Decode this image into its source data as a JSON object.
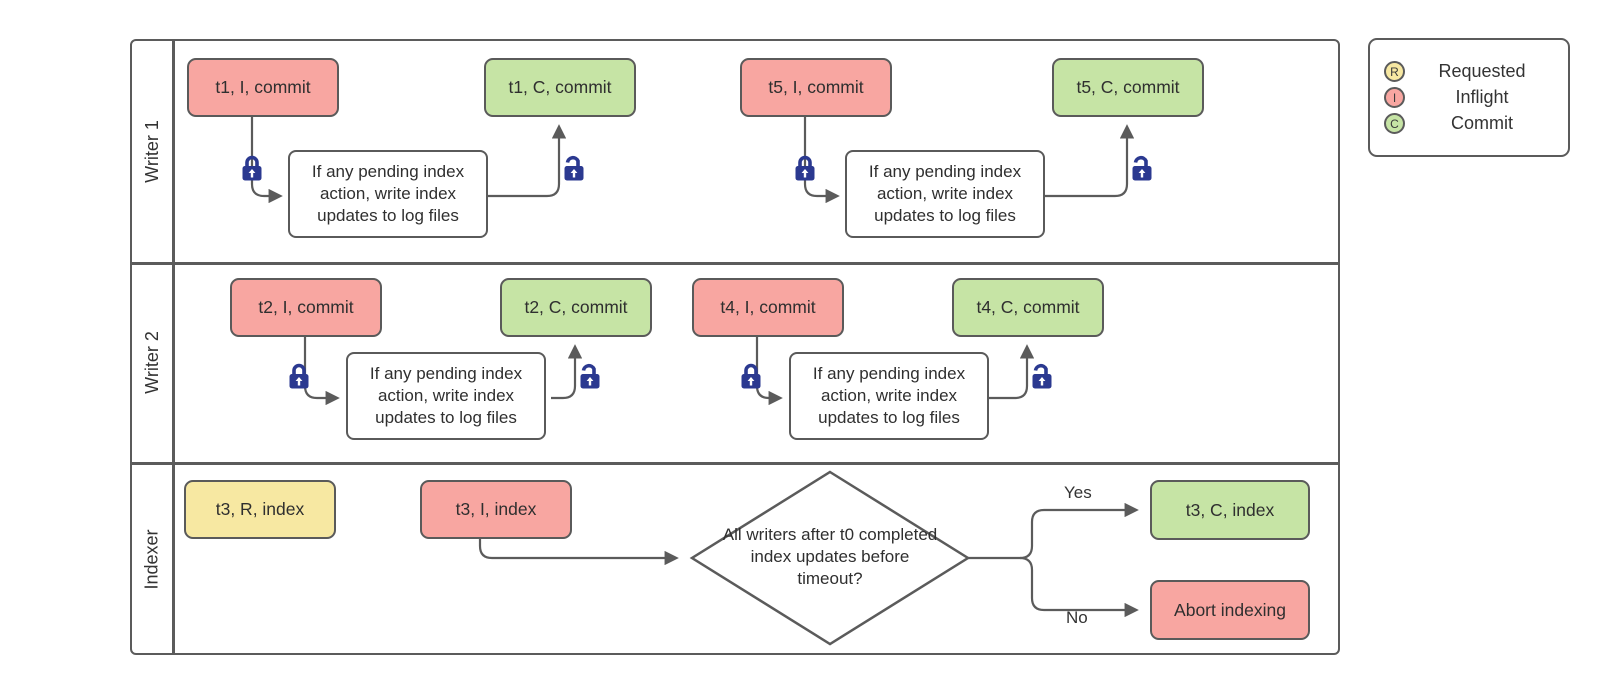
{
  "colors": {
    "inflight_fill": "#f8a6a1",
    "commit_fill": "#c6e4a5",
    "requested_fill": "#f7e8a2",
    "process_fill": "#ffffff",
    "shape_stroke": "#5b5b5b",
    "lock_icon": "#2b3990",
    "text": "#333333"
  },
  "swimlanes": {
    "writer1": "Writer 1",
    "writer2": "Writer 2",
    "indexer": "Indexer"
  },
  "legend": {
    "items": [
      {
        "letter": "R",
        "label": "Requested"
      },
      {
        "letter": "I",
        "label": "Inflight"
      },
      {
        "letter": "C",
        "label": "Commit"
      }
    ]
  },
  "nodes": {
    "t1_inflight": "t1, I, commit",
    "t1_commit": "t1, C, commit",
    "t5_inflight": "t5, I, commit",
    "t5_commit": "t5, C, commit",
    "t2_inflight": "t2, I, commit",
    "t2_commit": "t2, C, commit",
    "t4_inflight": "t4, I, commit",
    "t4_commit": "t4, C, commit",
    "t3_requested": "t3, R, index",
    "t3_inflight": "t3, I, index",
    "t3_commit": "t3, C, index",
    "abort": "Abort indexing",
    "process_note": "If any pending index action, write index updates to log files",
    "decision": "All writers after t0 completed index updates before timeout?"
  },
  "branch_labels": {
    "yes": "Yes",
    "no": "No"
  }
}
